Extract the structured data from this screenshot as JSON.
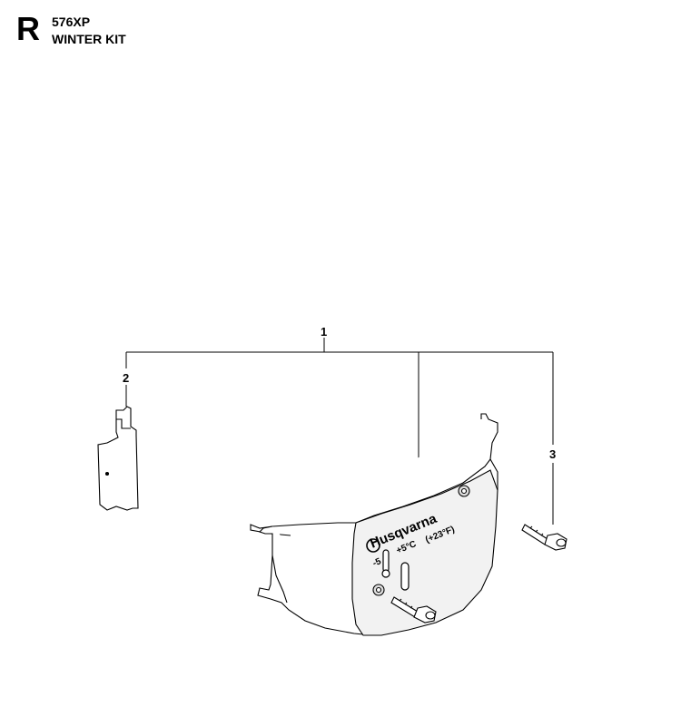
{
  "header": {
    "section_letter": "R",
    "model": "576XP",
    "title": "WINTER KIT"
  },
  "callouts": [
    {
      "label": "1"
    },
    {
      "label": "2"
    },
    {
      "label": "3"
    }
  ],
  "cover_markings": {
    "brand": "Husqvarna",
    "temp_a": "-5",
    "temp_b": "+5°C",
    "temp_c": "(+23°F)"
  }
}
